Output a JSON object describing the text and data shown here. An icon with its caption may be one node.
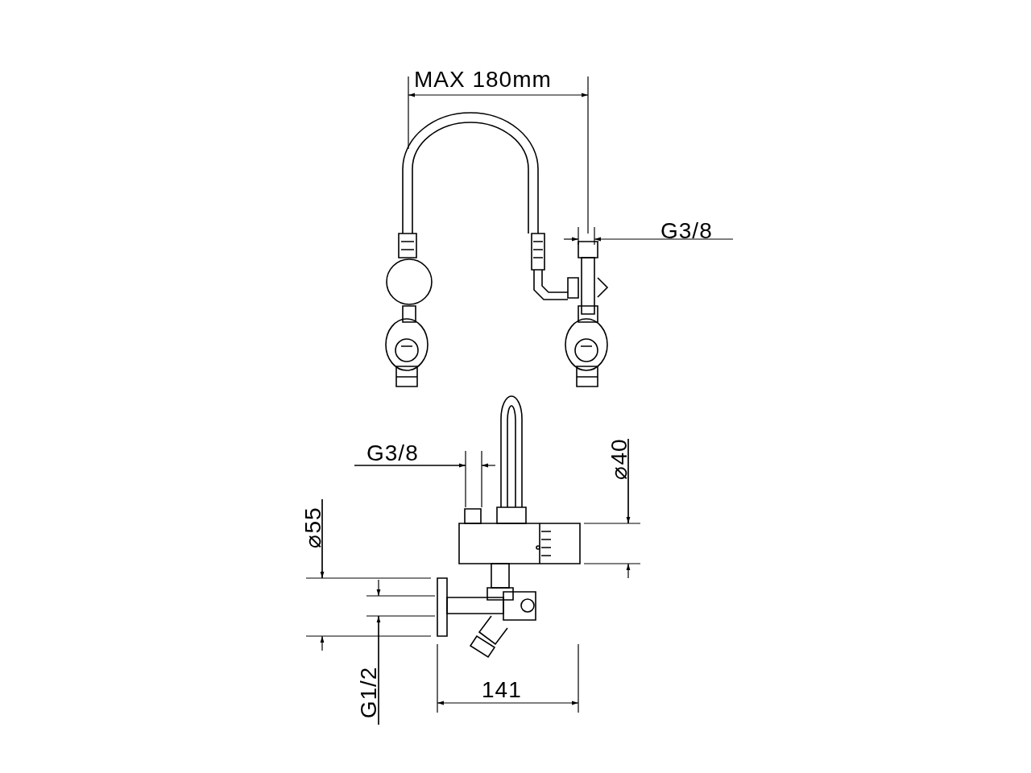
{
  "diagram": {
    "labels": [
      "MAX 180mm",
      "G3/8",
      "G3/8",
      "⌀40",
      "⌀55",
      "141",
      "G1/2"
    ]
  }
}
